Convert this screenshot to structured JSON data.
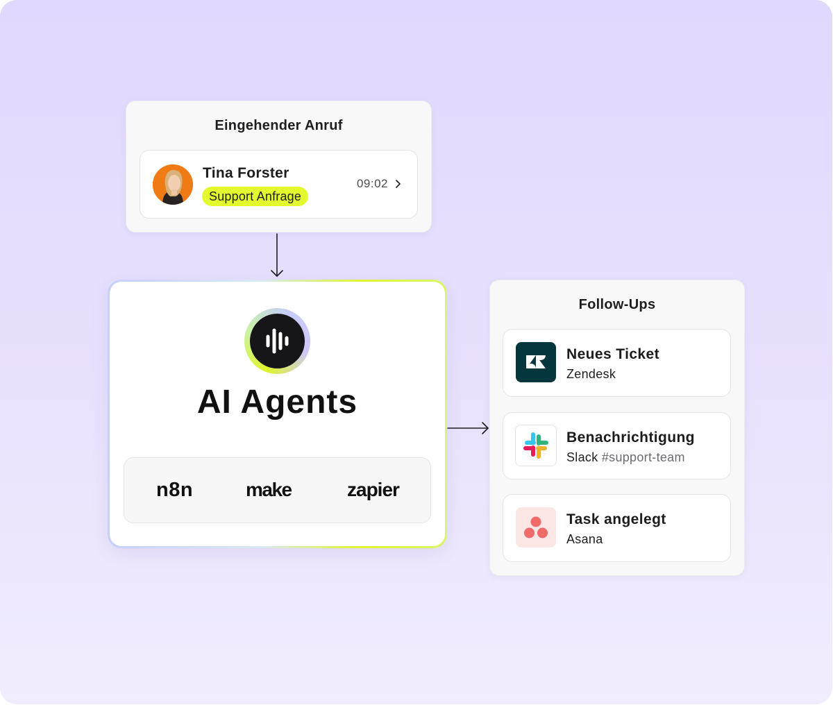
{
  "incoming": {
    "title": "Eingehender Anruf",
    "caller_name": "Tina Forster",
    "tag": "Support Anfrage",
    "time": "09:02",
    "icons": [
      "avatar",
      "chevron-right-icon"
    ]
  },
  "agent": {
    "title": "AI Agents",
    "icon": "waveform-icon",
    "integrations": [
      "n8n",
      "make",
      "zapier"
    ]
  },
  "followups": {
    "title": "Follow-Ups",
    "items": [
      {
        "title": "Neues Ticket",
        "app": "Zendesk",
        "detail": "",
        "icon": "zendesk-icon"
      },
      {
        "title": "Benachrichtigung",
        "app": "Slack",
        "detail": "#support-team",
        "icon": "slack-icon"
      },
      {
        "title": "Task angelegt",
        "app": "Asana",
        "detail": "",
        "icon": "asana-icon"
      }
    ]
  },
  "colors": {
    "background": "#e4dcfd",
    "tag": "#e3fb2e",
    "zendesk": "#03363d",
    "asana": "#f06a6a"
  }
}
